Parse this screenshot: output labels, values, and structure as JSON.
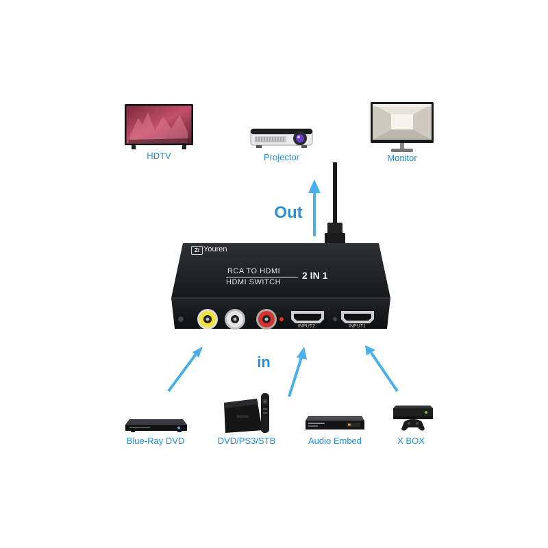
{
  "colors": {
    "label_blue": "#1e8fd8",
    "arrow_blue": "#4aaee8",
    "device_body": "#1b1c1e",
    "rca_yellow": "#f2e23a",
    "rca_white": "#e6e6e6",
    "rca_red": "#d8322c"
  },
  "outputs": [
    {
      "label": "HDTV",
      "icon": "tv-icon"
    },
    {
      "label": "Projector",
      "icon": "projector-icon"
    },
    {
      "label": "Monitor",
      "icon": "monitor-icon"
    }
  ],
  "inputs": [
    {
      "label": "Blue-Ray DVD",
      "icon": "bluray-player-icon"
    },
    {
      "label": "DVD/PS3/STB",
      "icon": "set-top-box-icon"
    },
    {
      "label": "Audio Embed",
      "icon": "audio-embedder-icon"
    },
    {
      "label": "X BOX",
      "icon": "xbox-icon"
    }
  ],
  "direction_labels": {
    "out": "Out",
    "in": "in"
  },
  "device": {
    "brand": "Youren",
    "brand_logo_text": "Zi",
    "title_line1": "RCA TO HDMI",
    "title_line2": "HDMI SWITCH",
    "badge": "2 IN 1",
    "ports": [
      {
        "type": "rca",
        "color": "yellow"
      },
      {
        "type": "rca",
        "color": "white"
      },
      {
        "type": "rca",
        "color": "red"
      },
      {
        "type": "hdmi",
        "label": "INPUT2"
      },
      {
        "type": "hdmi",
        "label": "INPUT1"
      }
    ]
  }
}
